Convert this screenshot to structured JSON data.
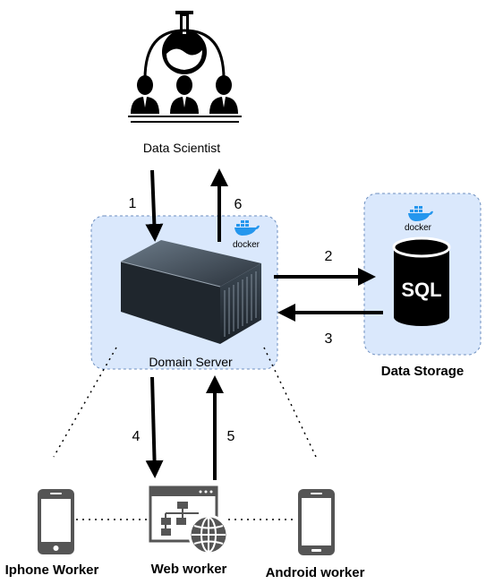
{
  "nodes": {
    "data_scientist": {
      "label": "Data Scientist",
      "icon": "scientist-team-icon"
    },
    "domain_server": {
      "label": "Domain Server",
      "icon": "server-rack-icon",
      "badge": "docker"
    },
    "data_storage": {
      "label": "Data Storage",
      "icon": "sql-database-icon",
      "db_text": "SQL",
      "badge": "docker"
    },
    "iphone_worker": {
      "label": "Iphone Worker",
      "icon": "phone-icon"
    },
    "web_worker": {
      "label": "Web worker",
      "icon": "web-app-globe-icon"
    },
    "android_worker": {
      "label": "Android worker",
      "icon": "phone-icon"
    }
  },
  "edges": [
    {
      "label": "1",
      "from": "Data Scientist",
      "to": "Domain Server"
    },
    {
      "label": "2",
      "from": "Domain Server",
      "to": "Data Storage"
    },
    {
      "label": "3",
      "from": "Data Storage",
      "to": "Domain Server"
    },
    {
      "label": "4",
      "from": "Domain Server",
      "to": "Web worker"
    },
    {
      "label": "5",
      "from": "Web worker",
      "to": "Domain Server"
    },
    {
      "label": "6",
      "from": "Domain Server",
      "to": "Data Scientist"
    }
  ],
  "colors": {
    "container_fill": "#dae8fc",
    "container_stroke": "#6c8ebf",
    "docker_blue": "#2496ed",
    "arrow": "#000000"
  }
}
